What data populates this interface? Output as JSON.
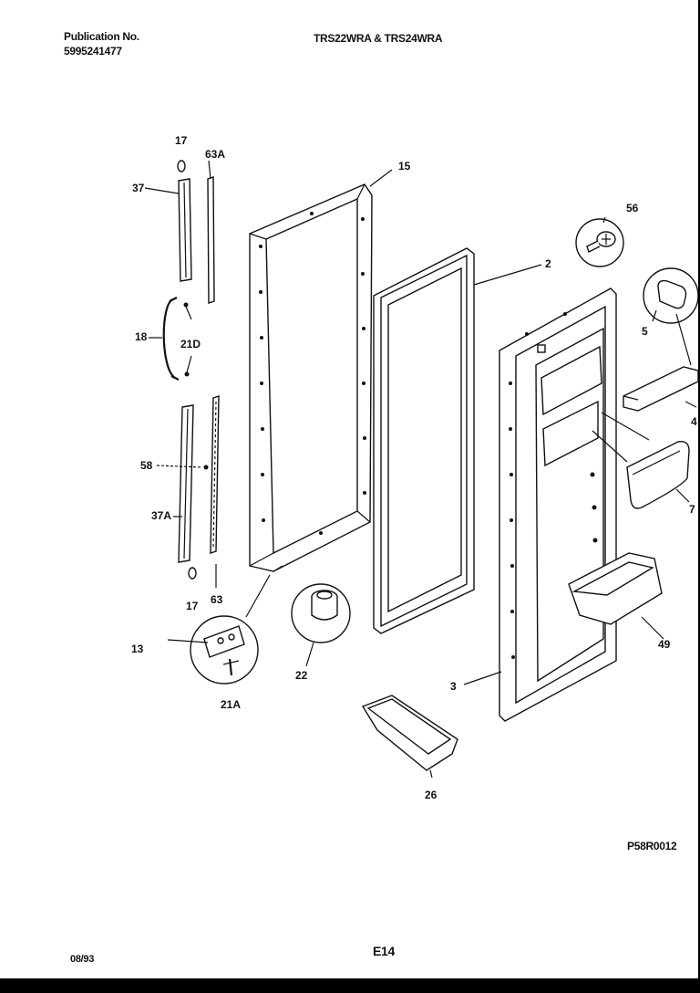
{
  "header": {
    "publication_label": "Publication No.",
    "publication_number": "5995241477",
    "models": "TRS22WRA & TRS24WRA"
  },
  "footer": {
    "date": "08/93",
    "page": "E14",
    "diagram_code": "P58R0012"
  },
  "callouts": {
    "c17a": "17",
    "c63a": "63A",
    "c37": "37",
    "c18": "18",
    "c21d": "21D",
    "c58a": "58",
    "c37a": "37A",
    "c17b": "17",
    "c63": "63",
    "c13": "13",
    "c21a": "21A",
    "c22": "22",
    "c15": "15",
    "c2": "2",
    "c56": "56",
    "c5": "5",
    "c4": "4",
    "c7": "7",
    "c49": "49",
    "c3": "3",
    "c26": "26"
  }
}
